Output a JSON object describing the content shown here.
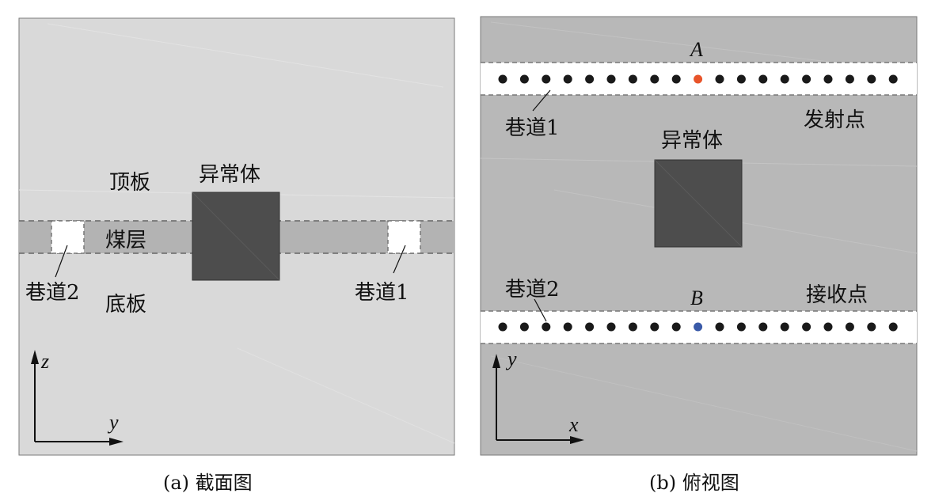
{
  "panel_a": {
    "caption": "(a) 截面图",
    "roof_label": "顶板",
    "seam_label": "煤层",
    "floor_label": "底板",
    "anomaly_label": "异常体",
    "tunnel1_label": "巷道1",
    "tunnel2_label": "巷道2",
    "axis_vertical": "z",
    "axis_horizontal": "y",
    "colors": {
      "background": "#d9d9d9",
      "seam": "#b3b3b3",
      "anomaly": "#4d4d4d"
    }
  },
  "panel_b": {
    "caption": "(b) 俯视图",
    "tunnel1_label": "巷道1",
    "tunnel2_label": "巷道2",
    "anomaly_label": "异常体",
    "transmit_label": "发射点",
    "receive_label": "接收点",
    "point_a_label": "A",
    "point_b_label": "B",
    "axis_vertical": "y",
    "axis_horizontal": "x",
    "points_per_row": 19,
    "highlight_index": 9,
    "colors": {
      "background": "#b8b8b8",
      "anomaly": "#4d4d4d",
      "dot": "#1a1a1a",
      "point_a": "#e8542a",
      "point_b": "#3a5aa8"
    }
  }
}
